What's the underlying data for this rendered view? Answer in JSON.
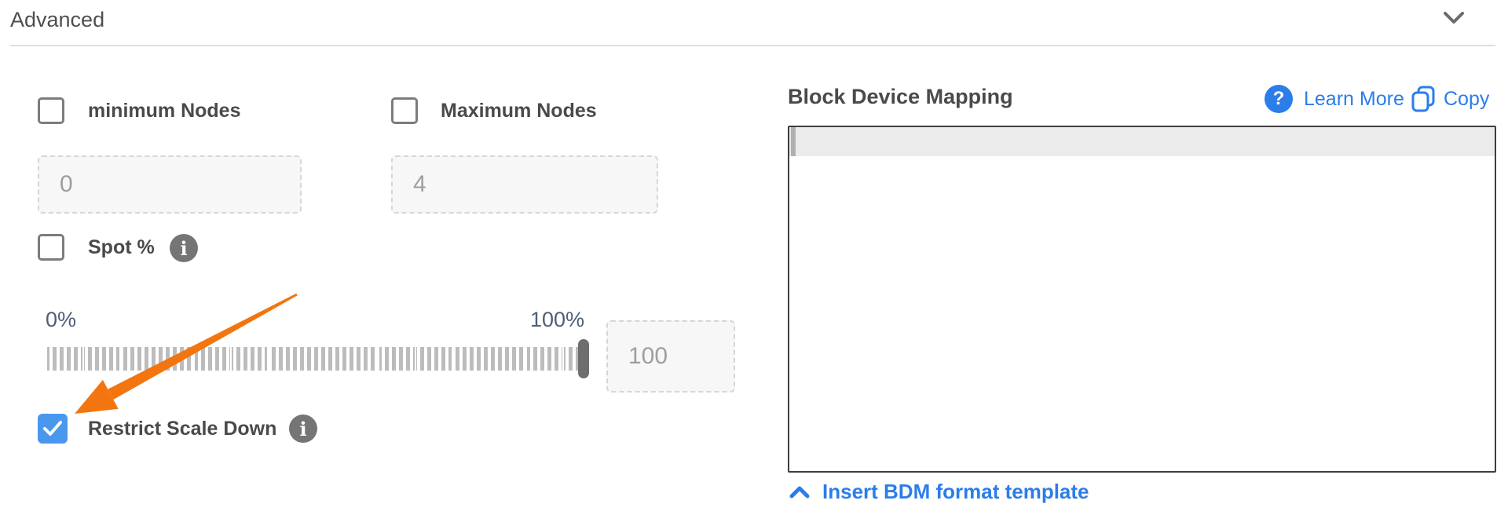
{
  "header": {
    "title": "Advanced"
  },
  "icons": {
    "collapse": "chevron-down-icon",
    "info_glyph": "i",
    "question_glyph": "?"
  },
  "form": {
    "min_nodes": {
      "label": "minimum Nodes",
      "value": "0",
      "checked": false
    },
    "max_nodes": {
      "label": "Maximum Nodes",
      "value": "4",
      "checked": false
    },
    "spot_percentage": {
      "label": "Spot %",
      "checked": false
    },
    "spot_slider": {
      "min_label": "0%",
      "max_label": "100%",
      "value": "100",
      "position_percent": 100
    },
    "restrict_scale_down": {
      "label": "Restrict Scale Down",
      "checked": true
    }
  },
  "bdm": {
    "title": "Block Device Mapping",
    "learn_more_label": "Learn More",
    "copy_label": "Copy",
    "editor_content": "",
    "insert_template_label": "Insert BDM format template"
  },
  "annotation": {
    "type": "orange-arrow",
    "points_to": "restrict_scale_down checkbox"
  },
  "colors": {
    "link_blue": "#2b7de9",
    "checked_checkbox_blue": "#4a97ee",
    "info_icon_gray": "#757575",
    "slider_label_navy": "#4e5d78",
    "arrow_orange": "#f2750f",
    "editor_border": "#3e3e3e",
    "active_line": "#ebebeb"
  }
}
